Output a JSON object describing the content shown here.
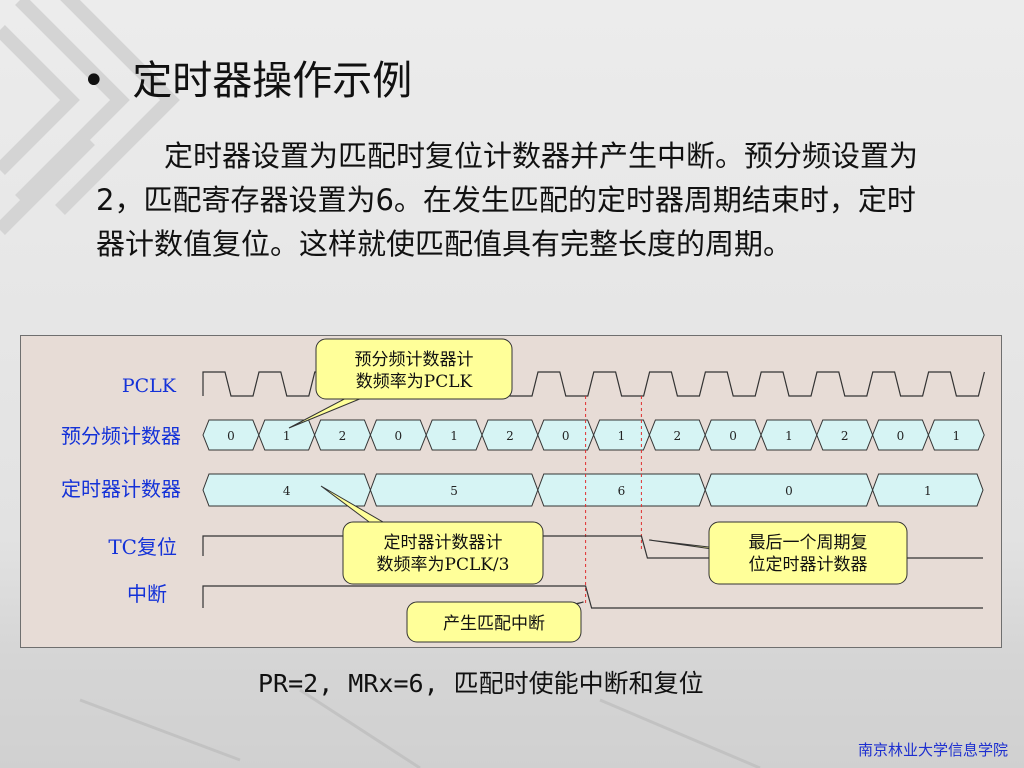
{
  "slide": {
    "title_bullet": "•",
    "title": "定时器操作示例",
    "paragraph": "定时器设置为匹配时复位计数器并产生中断。预分频设置为2，匹配寄存器设置为6。在发生匹配的定时器周期结束时，定时器计数值复位。这样就使匹配值具有完整长度的周期。",
    "caption": "PR=2, MRx=6, 匹配时使能中断和复位",
    "footer": "南京林业大学信息学院"
  },
  "timing": {
    "signal_labels": {
      "pclk": "PCLK",
      "prescale": "预分频计数器",
      "timer": "定时器计数器",
      "tc_reset": "TC复位",
      "interrupt": "中断"
    },
    "prescale_values": [
      "0",
      "1",
      "2",
      "0",
      "1",
      "2",
      "0",
      "1",
      "2",
      "0",
      "1",
      "2",
      "0",
      "1"
    ],
    "timer_values": [
      "4",
      "5",
      "6",
      "0",
      "1"
    ],
    "callouts": {
      "prescale_rate_1": "预分频计数器计",
      "prescale_rate_2": "数频率为PCLK",
      "timer_rate_1": "定时器计数器计",
      "timer_rate_2": "数频率为PCLK/3",
      "last_cycle_1": "最后一个周期复",
      "last_cycle_2": "位定时器计数器",
      "match_interrupt": "产生匹配中断"
    }
  }
}
